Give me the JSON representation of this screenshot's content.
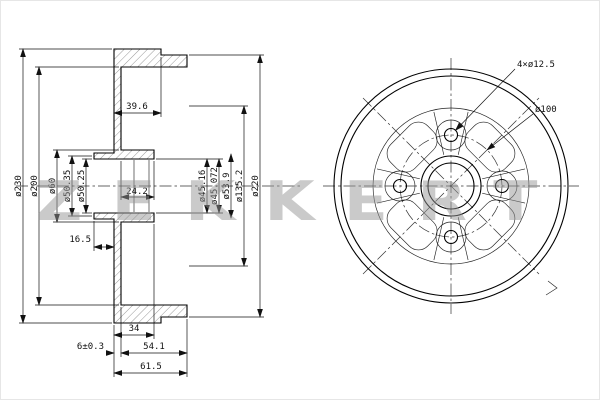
{
  "watermark": "ZEKKERT",
  "section_view": {
    "dims": {
      "d230": "ø230",
      "d200": "ø200",
      "d60": "ø60",
      "d50_35": "ø50.35",
      "d50_25": "ø50.25",
      "w39_6": "39.6",
      "w24_2": "24.2",
      "d45_16": "ø45.16",
      "d45_072": "ø45.072",
      "d53_9": "ø53.9",
      "d135_2": "ø135.2",
      "d220": "ø220",
      "w16_5": "16.5",
      "w34": "34",
      "w54_1": "54.1",
      "w6": "6±0.3",
      "w61_5": "61.5"
    }
  },
  "front_view": {
    "labels": {
      "bolt_holes": "4×ø12.5",
      "bolt_circle": "ø100"
    }
  }
}
